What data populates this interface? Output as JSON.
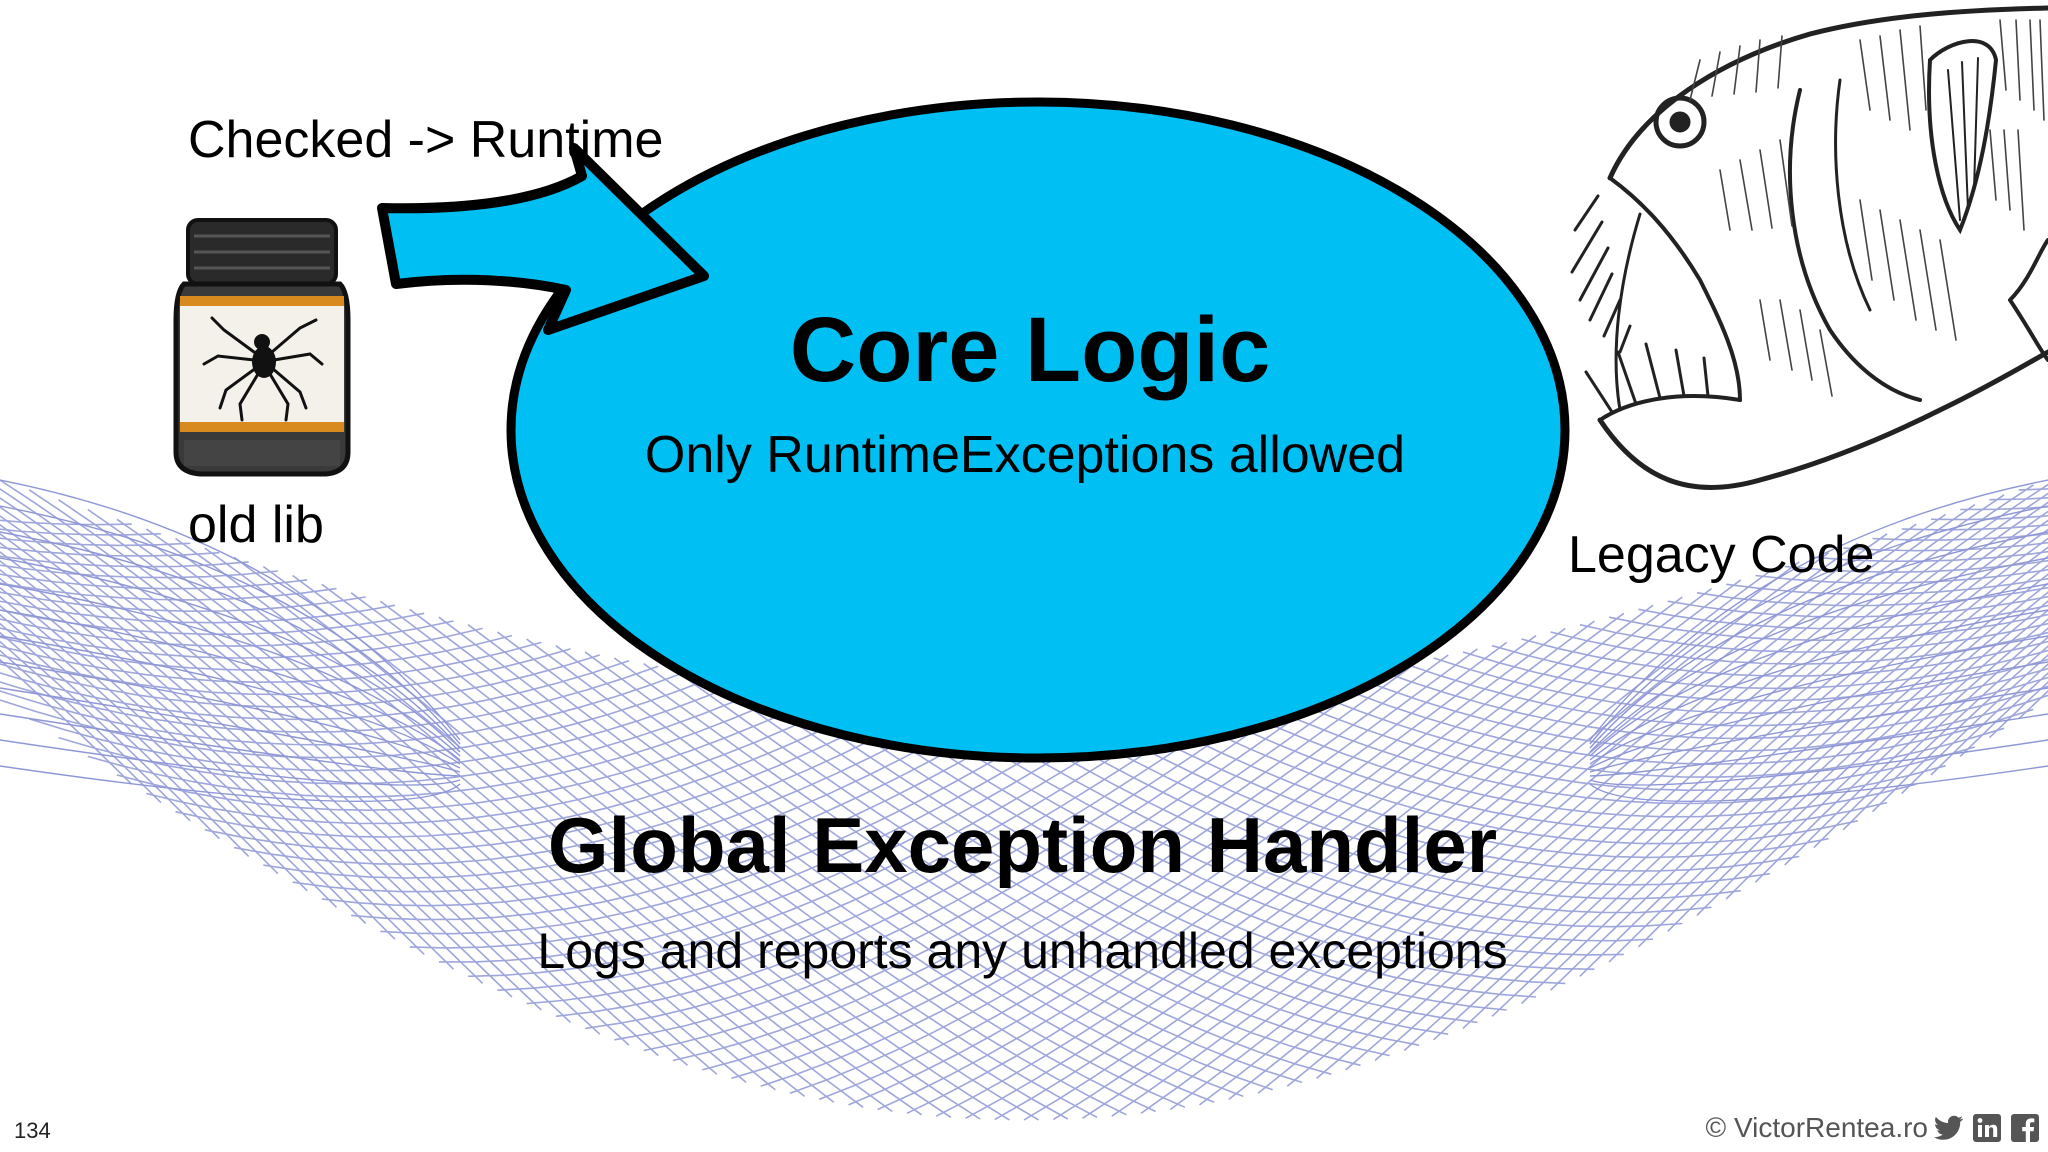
{
  "slide": {
    "arrow_label": "Checked -> Runtime",
    "jar_label": "old lib",
    "fish_label": "Legacy Code",
    "core": {
      "title": "Core Logic",
      "subtitle": "Only RuntimeExceptions allowed",
      "fill_color": "#00BFF3"
    },
    "handler": {
      "title": "Global Exception Handler",
      "subtitle": "Logs and reports any unhandled exceptions",
      "net_color": "#8E97D6"
    },
    "page_number": "134",
    "footer": {
      "copyright": "© VictorRentea.ro",
      "social_icons": [
        "twitter-icon",
        "linkedin-icon",
        "facebook-icon"
      ]
    }
  }
}
